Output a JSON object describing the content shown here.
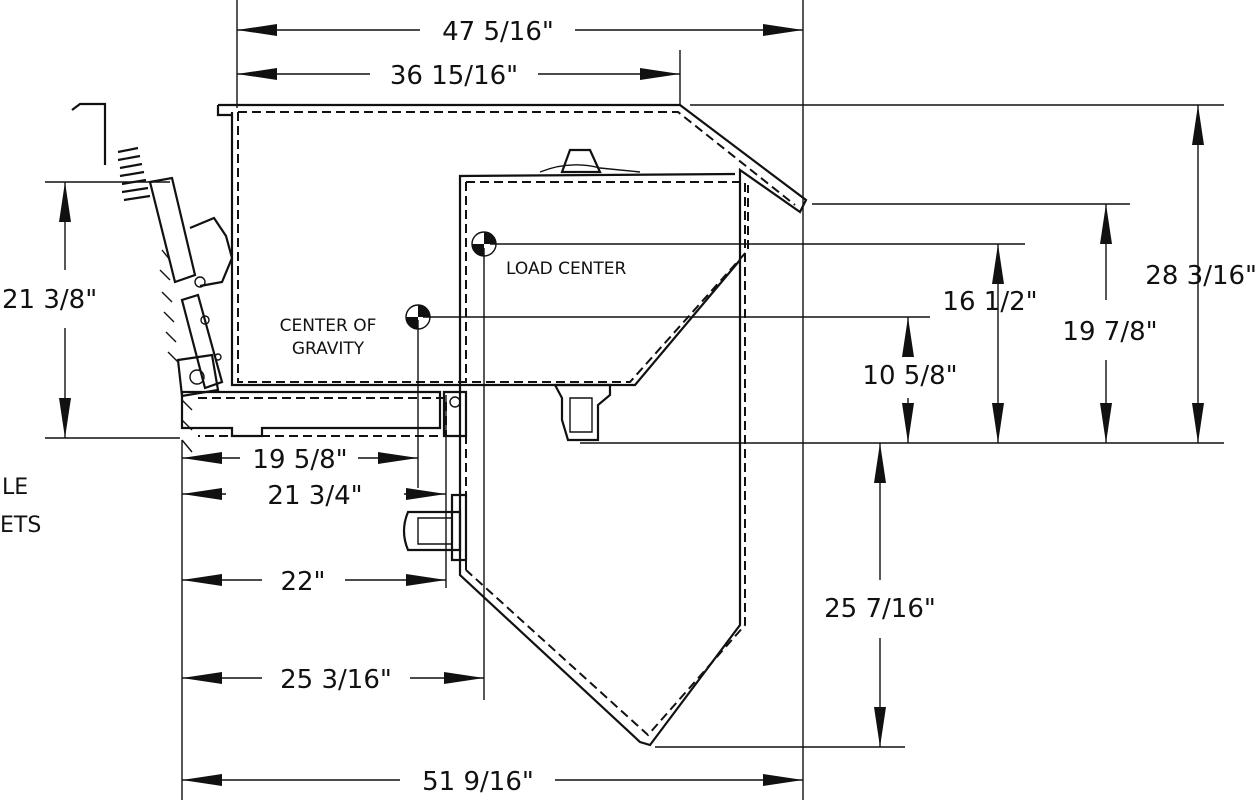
{
  "dimensions": {
    "overall_top_width": "47 5/16\"",
    "top_lip_width": "36 15/16\"",
    "overall_height": "28 3/16\"",
    "left_height": "21 3/8\"",
    "lip_height": "19 7/8\"",
    "load_center_height": "16 1/2\"",
    "cg_height": "10 5/8\"",
    "hinge_drop": "25 7/16\"",
    "cg_horizontal": "19 5/8\"",
    "pivot_horizontal": "21 3/4\"",
    "hinge_horizontal": "22\"",
    "load_center_horizontal": "25 3/16\"",
    "overall_bottom_width": "51 9/16\""
  },
  "labels": {
    "load_center": "LOAD CENTER",
    "center_of_gravity_line1": "CENTER OF",
    "center_of_gravity_line2": "GRAVITY",
    "cut_off_line1": "LE",
    "cut_off_line2": "ETS"
  }
}
